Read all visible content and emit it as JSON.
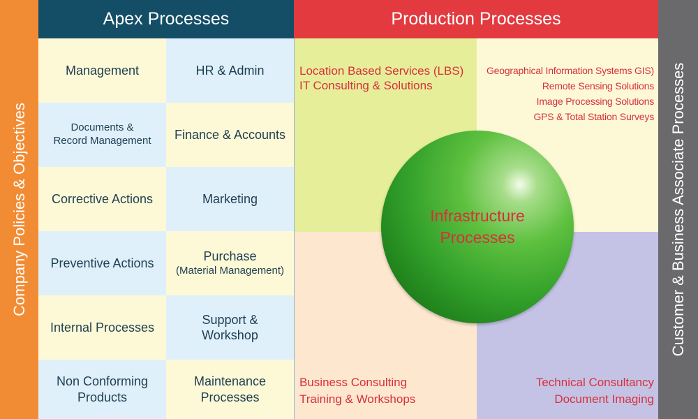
{
  "left_bar": "Company Policies & Objectives",
  "right_bar": "Customer & Business Associate Processes",
  "apex": {
    "title": "Apex Processes",
    "left_column": [
      {
        "line1": "Management",
        "line2": ""
      },
      {
        "line1": "Documents &",
        "line2": "Record Management"
      },
      {
        "line1": "Corrective Actions",
        "line2": ""
      },
      {
        "line1": "Preventive Actions",
        "line2": ""
      },
      {
        "line1": "Internal Processes",
        "line2": ""
      },
      {
        "line1": "Non Conforming",
        "line2": "Products"
      }
    ],
    "right_column": [
      {
        "line1": "HR & Admin",
        "line2": ""
      },
      {
        "line1": "Finance & Accounts",
        "line2": ""
      },
      {
        "line1": "Marketing",
        "line2": ""
      },
      {
        "line1": "Purchase",
        "line2": "(Material Management)"
      },
      {
        "line1": "Support &",
        "line2": "Workshop"
      },
      {
        "line1": "Maintenance",
        "line2": "Processes"
      }
    ]
  },
  "production": {
    "title": "Production Processes",
    "top_left": [
      "Location Based Services (LBS)",
      "IT Consulting & Solutions"
    ],
    "top_right": [
      "Geographical Information Systems GIS)",
      "Remote Sensing Solutions",
      "Image Processing Solutions",
      "GPS & Total Station Surveys"
    ],
    "bottom_left": [
      "Business Consulting",
      "Training & Workshops"
    ],
    "bottom_right": [
      "Technical Consultancy",
      "Document Imaging"
    ]
  },
  "infrastructure": {
    "line1": "Infrastructure",
    "line2": "Processes"
  },
  "colors": {
    "left_bar": "#f28c34",
    "right_bar": "#6a6a6d",
    "apex_header": "#144d66",
    "production_header": "#e23a3e",
    "cell_yellow": "#fdf9d6",
    "cell_blue": "#dff0fa",
    "quad_green": "#e7ee9a",
    "quad_peach": "#fde7cf",
    "quad_lavender": "#c4c3e6",
    "text_red": "#d8303a",
    "text_navy": "#1e3e52",
    "sphere_green": "#32a02a"
  }
}
